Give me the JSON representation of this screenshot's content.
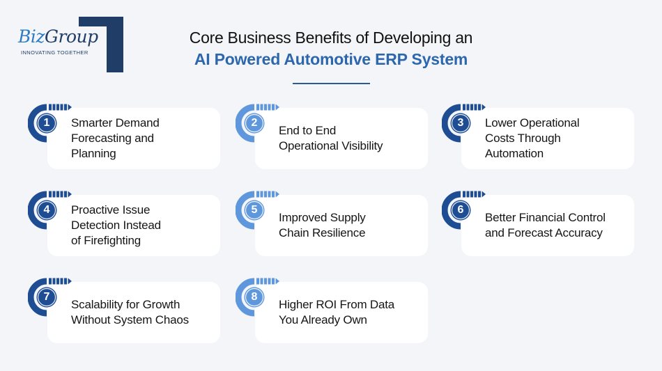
{
  "logo": {
    "name_part1": "Biz",
    "name_part2": "Group",
    "tagline": "INNOVATING TOGETHER"
  },
  "header": {
    "title_line1": "Core Business Benefits of Developing an",
    "title_line2": "AI Powered Automotive ERP System"
  },
  "colors": {
    "dark_blue": "#1e4d94",
    "light_blue": "#5f97dc",
    "title_accent": "#2c66ad",
    "background": "#f3f5f9",
    "card": "#ffffff"
  },
  "benefits": [
    {
      "number": "1",
      "text": "Smarter Demand Forecasting and Planning",
      "lines": [
        "Smarter Demand",
        "Forecasting and",
        "Planning"
      ],
      "color": "dark"
    },
    {
      "number": "2",
      "text": "End to End Operational Visibility",
      "lines": [
        "End to End",
        "Operational Visibility"
      ],
      "color": "light"
    },
    {
      "number": "3",
      "text": "Lower Operational Costs Through Automation",
      "lines": [
        "Lower Operational",
        "Costs Through",
        "Automation"
      ],
      "color": "dark"
    },
    {
      "number": "4",
      "text": "Proactive Issue Detection Instead of Firefighting",
      "lines": [
        "Proactive Issue",
        "Detection Instead",
        "of Firefighting"
      ],
      "color": "dark"
    },
    {
      "number": "5",
      "text": "Improved Supply Chain Resilience",
      "lines": [
        "Improved Supply",
        "Chain Resilience"
      ],
      "color": "light"
    },
    {
      "number": "6",
      "text": "Better Financial Control and Forecast Accuracy",
      "lines": [
        "Better Financial Control",
        "and Forecast Accuracy"
      ],
      "color": "dark"
    },
    {
      "number": "7",
      "text": "Scalability for Growth Without System Chaos",
      "lines": [
        "Scalability for Growth",
        "Without System Chaos"
      ],
      "color": "dark"
    },
    {
      "number": "8",
      "text": "Higher ROI From Data You Already Own",
      "lines": [
        "Higher ROI From Data",
        "You Already Own"
      ],
      "color": "light"
    }
  ]
}
